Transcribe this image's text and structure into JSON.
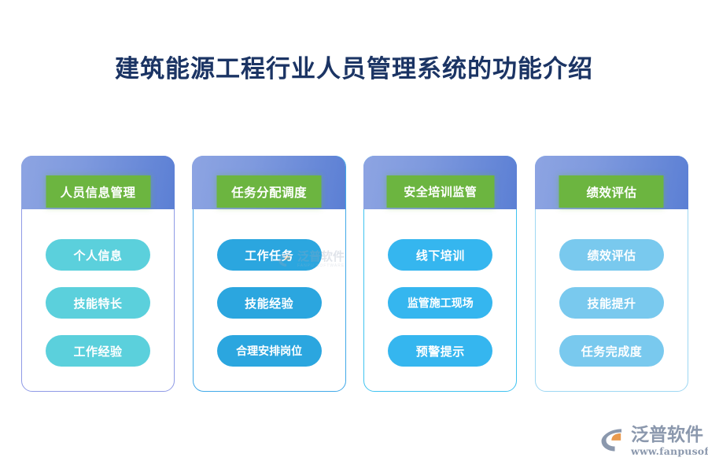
{
  "page": {
    "title": "建筑能源工程行业人员管理系统的功能介绍",
    "background_color": "#ffffff",
    "title_color": "#1b3464"
  },
  "columns": [
    {
      "badge": "人员信息管理",
      "badge_color": "#6cb540",
      "pill_color": "#5bd0dc",
      "border_color": "#8f9ae6",
      "items": [
        "个人信息",
        "技能特长",
        "工作经验"
      ]
    },
    {
      "badge": "任务分配调度",
      "badge_color": "#6cb540",
      "pill_color": "#2ba6df",
      "border_color": "#41a9e8",
      "items": [
        "工作任务",
        "技能经验",
        "合理安排岗位"
      ]
    },
    {
      "badge": "安全培训监管",
      "badge_color": "#6cb540",
      "pill_color": "#35b6ef",
      "border_color": "#3fc3f0",
      "items": [
        "线下培训",
        "监管施工现场",
        "预警提示"
      ]
    },
    {
      "badge": "绩效评估",
      "badge_color": "#6cb540",
      "pill_color": "#79c9ee",
      "border_color": "#9ed7f3",
      "items": [
        "绩效评估",
        "技能提升",
        "任务完成度"
      ]
    }
  ],
  "watermark": {
    "name": "泛普软件",
    "subtitle": "FANPU SOFTWARE",
    "icon": "fanpu-logo-icon"
  },
  "brand": {
    "name": "泛普软件",
    "url": "www.fanpusoft.com",
    "icon": "fanpu-logo-icon",
    "mark_colors": {
      "crescent": "#8b98ad",
      "accent": "#e8994e"
    },
    "text_color": "#8b98ad"
  }
}
